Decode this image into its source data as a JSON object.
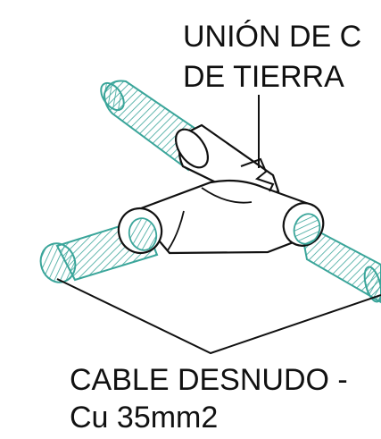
{
  "labels": {
    "top_line1": "UNIÓN DE C",
    "top_line2": "DE TIERRA",
    "bottom_line1": "CABLE DESNUDO -",
    "bottom_line2": "Cu 35mm2"
  },
  "colors": {
    "cable_stroke": "#3aa59a",
    "cable_fill": "#ffffff",
    "body_stroke": "#111111",
    "background": "#ffffff"
  }
}
